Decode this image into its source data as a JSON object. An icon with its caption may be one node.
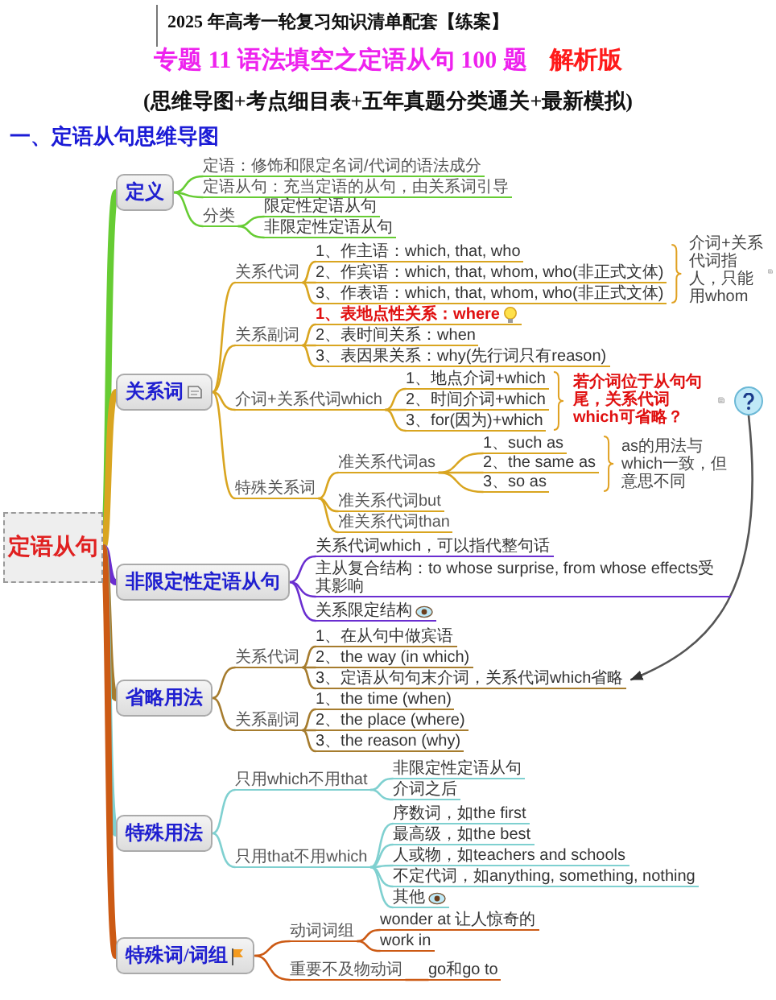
{
  "diagram": {
    "title": "专题 11 语法填空之定语从句 100 题",
    "nodes": [
      {
        "text": [
          "定语从句"
        ]
      },
      {
        "text": [
          "定义"
        ]
      },
      {
        "text": [
          "定语：修饰和限定名词/代词的语法成分"
        ]
      },
      {
        "text": [
          "定语从句：充当定语的从句，由关系词引导"
        ]
      },
      {
        "text": [
          "分类"
        ]
      },
      {
        "text": [
          "限定性定语从句"
        ]
      },
      {
        "text": [
          "非限定性定语从句"
        ]
      },
      {
        "text": [
          "关系词"
        ]
      },
      {
        "text": [
          "关系代词"
        ]
      },
      {
        "text": [
          "1、作主语：which, that, who"
        ]
      },
      {
        "text": [
          "2、作宾语：which, that, whom, who(非正式文体)"
        ]
      },
      {
        "text": [
          "3、作表语：which, that, whom, who(非正式文体)"
        ]
      },
      {
        "text": [
          "介词+关系代词指人，只能用whom"
        ]
      },
      {
        "text": [
          "关系副词"
        ]
      },
      {
        "text": [
          "1、表地点性关系：where"
        ]
      },
      {
        "text": [
          "2、表时间关系：when"
        ]
      },
      {
        "text": [
          "3、表因果关系：why(先行词只有reason)"
        ]
      },
      {
        "text": [
          "介词+关系代词which"
        ]
      },
      {
        "text": [
          "1、地点介词+which"
        ]
      },
      {
        "text": [
          "2、时间介词+which"
        ]
      },
      {
        "text": [
          "3、for(因为)+which"
        ]
      },
      {
        "text": [
          "若介词位于从句句尾，关系代词which可省略？"
        ]
      },
      {
        "text": [],
        "shape": "circle"
      },
      {
        "text": [
          "特殊关系词"
        ]
      },
      {
        "text": [
          "准关系代词as"
        ]
      },
      {
        "text": [
          "1、such as"
        ]
      },
      {
        "text": [
          "2、the same as"
        ]
      },
      {
        "text": [
          "3、so as"
        ]
      },
      {
        "text": [
          "as的用法与which一致，但意思不同"
        ]
      },
      {
        "text": [
          "准关系代词but"
        ]
      },
      {
        "text": [
          "准关系代词than"
        ]
      },
      {
        "text": [
          "非限定性定语从句"
        ]
      },
      {
        "text": [
          "关系代词which，可以指代整句话"
        ]
      },
      {
        "text": [
          "主从复合结构：to whose surprise, from whose effects受其影响"
        ]
      },
      {
        "text": [
          "关系限定结构"
        ]
      },
      {
        "text": [
          "省略用法"
        ]
      },
      {
        "text": [
          "关系代词"
        ]
      },
      {
        "text": [
          "1、在从句中做宾语"
        ]
      },
      {
        "text": [
          "2、the way (in which)"
        ]
      },
      {
        "text": [
          "3、定语从句句末介词，关系代词which省略"
        ]
      },
      {
        "text": [
          "关系副词"
        ]
      },
      {
        "text": [
          "1、the time (when)"
        ]
      },
      {
        "text": [
          "2、the place (where)"
        ]
      },
      {
        "text": [
          "3、the reason (why)"
        ]
      },
      {
        "text": [
          "特殊用法"
        ]
      },
      {
        "text": [
          "只用which不用that"
        ]
      },
      {
        "text": [
          "非限定性定语从句"
        ]
      },
      {
        "text": [
          "介词之后"
        ]
      },
      {
        "text": [
          "只用that不用which"
        ]
      },
      {
        "text": [
          "序数词，如the first"
        ]
      },
      {
        "text": [
          "最高级，如the best"
        ]
      },
      {
        "text": [
          "人或物，如teachers and schools"
        ]
      },
      {
        "text": [
          "不定代词，如anything, something, nothing"
        ]
      },
      {
        "text": [
          "其他"
        ]
      },
      {
        "text": [
          "特殊词/词组"
        ]
      },
      {
        "text": [
          "动词词组"
        ]
      },
      {
        "text": [
          "wonder at 让人惊奇的"
        ]
      },
      {
        "text": [
          "work in"
        ]
      },
      {
        "text": [
          "重要不及物动词"
        ]
      },
      {
        "text": [
          "go和go to"
        ]
      }
    ],
    "edges": [
      {
        "from": 0,
        "to": 1,
        "arrow": "none",
        "style": "thick",
        "color": "#66cc33"
      },
      {
        "from": 1,
        "to": 2,
        "arrow": "none",
        "color": "#66cc33"
      },
      {
        "from": 1,
        "to": 3,
        "arrow": "none",
        "color": "#66cc33"
      },
      {
        "from": 1,
        "to": 4,
        "arrow": "none",
        "color": "#66cc33"
      },
      {
        "from": 4,
        "to": 5,
        "arrow": "none",
        "color": "#66cc33"
      },
      {
        "from": 4,
        "to": 6,
        "arrow": "none",
        "color": "#66cc33"
      },
      {
        "from": 0,
        "to": 7,
        "arrow": "none",
        "style": "thick"
      },
      {
        "from": 7,
        "to": 8,
        "arrow": "none"
      },
      {
        "from": 8,
        "to": 9,
        "arrow": "none"
      },
      {
        "from": 8,
        "to": 10,
        "arrow": "none"
      },
      {
        "from": 8,
        "to": 11,
        "arrow": "none"
      },
      {
        "from": 7,
        "to": 13,
        "arrow": "none"
      },
      {
        "from": 13,
        "to": 14,
        "arrow": "none"
      },
      {
        "from": 13,
        "to": 15,
        "arrow": "none"
      },
      {
        "from": 13,
        "to": 16,
        "arrow": "none"
      },
      {
        "from": 7,
        "to": 17,
        "arrow": "none"
      },
      {
        "from": 17,
        "to": 18,
        "arrow": "none"
      },
      {
        "from": 17,
        "to": 19,
        "arrow": "none"
      },
      {
        "from": 17,
        "to": 20,
        "arrow": "none"
      },
      {
        "from": 7,
        "to": 23,
        "arrow": "none"
      },
      {
        "from": 23,
        "to": 24,
        "arrow": "none"
      },
      {
        "from": 24,
        "to": 25,
        "arrow": "none"
      },
      {
        "from": 24,
        "to": 26,
        "arrow": "none"
      },
      {
        "from": 24,
        "to": 27,
        "arrow": "none"
      },
      {
        "from": 23,
        "to": 29,
        "arrow": "none"
      },
      {
        "from": 23,
        "to": 30,
        "arrow": "none"
      },
      {
        "from": 0,
        "to": 31,
        "arrow": "none",
        "style": "thick",
        "color": "#6a2ed0"
      },
      {
        "from": 31,
        "to": 32,
        "arrow": "none",
        "color": "#6a2ed0"
      },
      {
        "from": 31,
        "to": 33,
        "arrow": "none",
        "color": "#6a2ed0"
      },
      {
        "from": 31,
        "to": 34,
        "arrow": "none",
        "color": "#6a2ed0"
      },
      {
        "from": 0,
        "to": 35,
        "arrow": "none",
        "style": "thick",
        "color": "#a67c2e"
      },
      {
        "from": 35,
        "to": 36,
        "arrow": "none",
        "color": "#a67c2e"
      },
      {
        "from": 36,
        "to": 37,
        "arrow": "none",
        "color": "#a67c2e"
      },
      {
        "from": 36,
        "to": 38,
        "arrow": "none",
        "color": "#a67c2e"
      },
      {
        "from": 36,
        "to": 39,
        "arrow": "none",
        "color": "#a67c2e"
      },
      {
        "from": 35,
        "to": 40,
        "arrow": "none",
        "color": "#a67c2e"
      },
      {
        "from": 40,
        "to": 41,
        "arrow": "none",
        "color": "#a67c2e"
      },
      {
        "from": 40,
        "to": 42,
        "arrow": "none",
        "color": "#a67c2e"
      },
      {
        "from": 40,
        "to": 43,
        "arrow": "none",
        "color": "#a67c2e"
      },
      {
        "from": 0,
        "to": 44,
        "arrow": "none",
        "style": "thick",
        "color": "#7fd0d0"
      },
      {
        "from": 44,
        "to": 45,
        "arrow": "none",
        "color": "#7fd0d0"
      },
      {
        "from": 45,
        "to": 46,
        "arrow": "none",
        "color": "#7fd0d0"
      },
      {
        "from": 45,
        "to": 47,
        "arrow": "none",
        "color": "#7fd0d0"
      },
      {
        "from": 44,
        "to": 48,
        "arrow": "none",
        "color": "#7fd0d0"
      },
      {
        "from": 48,
        "to": 49,
        "arrow": "none",
        "color": "#7fd0d0"
      },
      {
        "from": 48,
        "to": 50,
        "arrow": "none",
        "color": "#7fd0d0"
      },
      {
        "from": 48,
        "to": 51,
        "arrow": "none",
        "color": "#7fd0d0"
      },
      {
        "from": 48,
        "to": 52,
        "arrow": "none",
        "color": "#7fd0d0"
      },
      {
        "from": 48,
        "to": 53,
        "arrow": "none",
        "color": "#7fd0d0"
      },
      {
        "from": 0,
        "to": 54,
        "arrow": "none",
        "style": "thick",
        "color": "#cc5a14"
      },
      {
        "from": 54,
        "to": 55,
        "arrow": "none",
        "color": "#cc5a14"
      },
      {
        "from": 55,
        "to": 56,
        "arrow": "none",
        "color": "#cc5a14"
      },
      {
        "from": 55,
        "to": 57,
        "arrow": "none",
        "color": "#cc5a14"
      },
      {
        "from": 54,
        "to": 58,
        "arrow": "none",
        "color": "#cc5a14"
      },
      {
        "from": 58,
        "to": 59,
        "arrow": "none",
        "color": "#cc5a14"
      },
      {
        "from": 22,
        "to": 39,
        "arrow": "to",
        "color": "#555555"
      }
    ],
    "labels": [
      "2025 年高考一轮复习知识清单配套【练案】",
      "解析版",
      "(思维导图+考点细目表+五年真题分类通关+最新模拟)",
      "一、定语从句思维导图"
    ]
  }
}
